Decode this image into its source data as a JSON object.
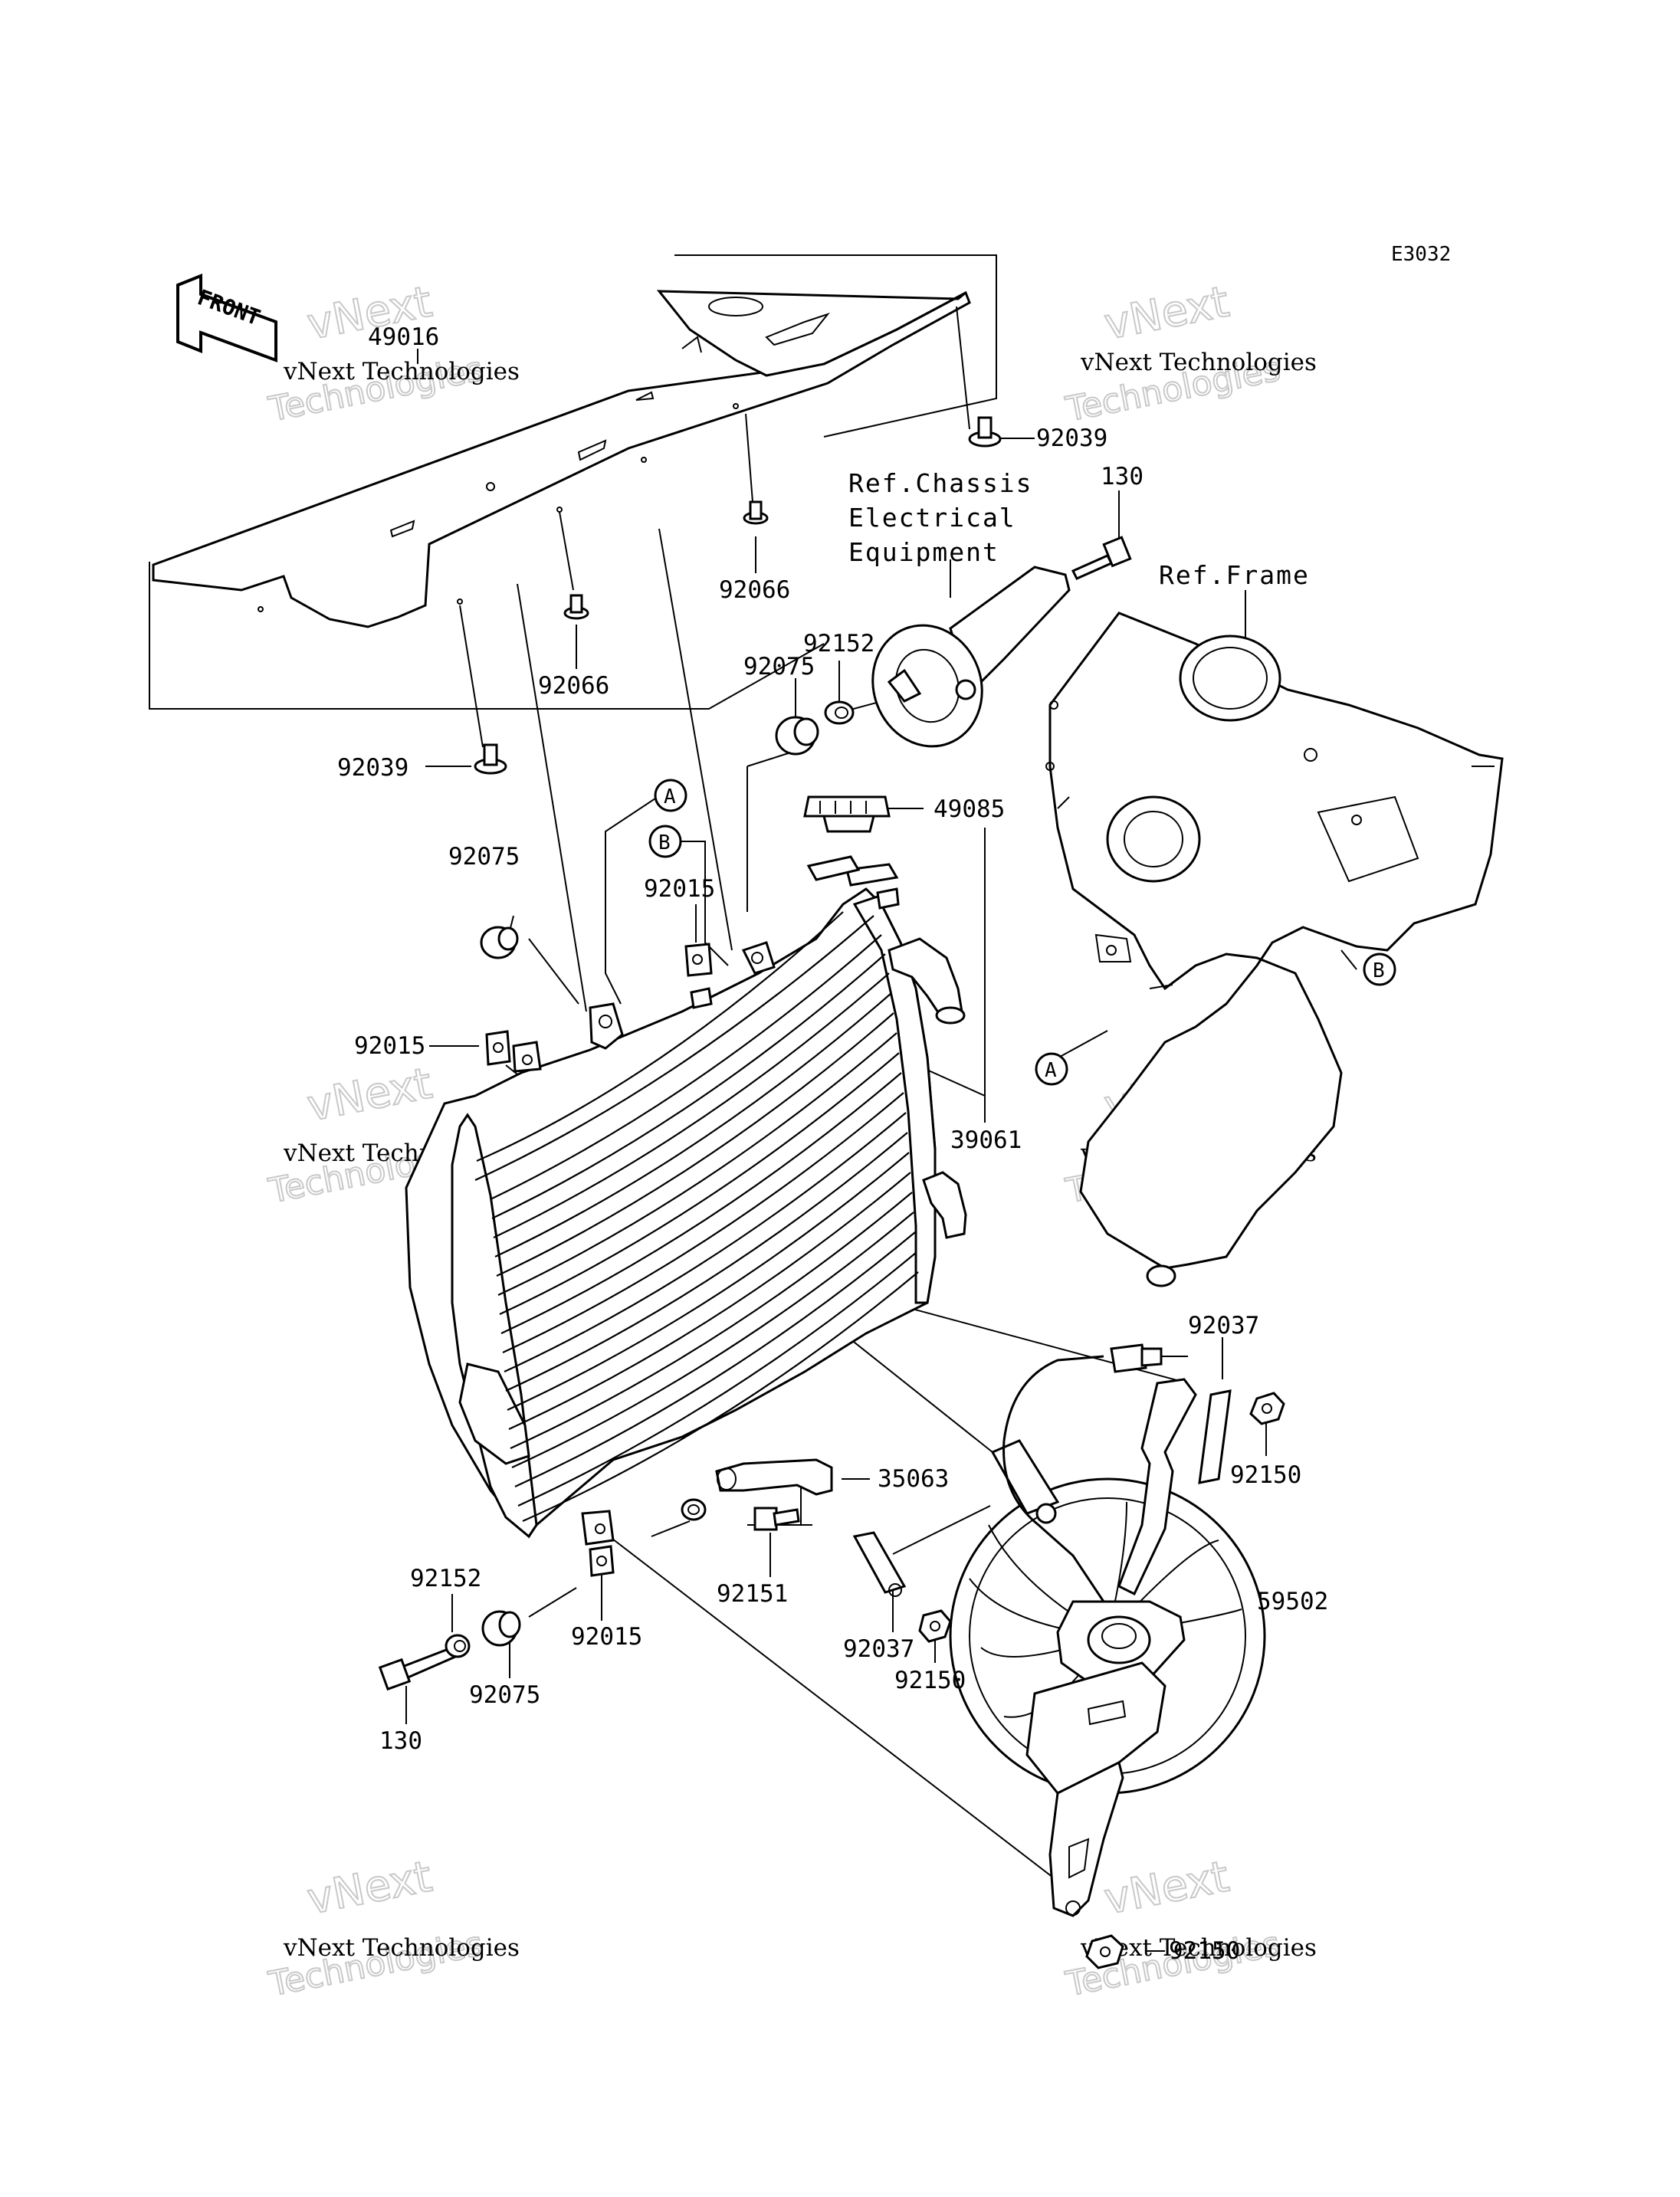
{
  "diagram_code": "E3032",
  "front_label": "FRONT",
  "watermark": {
    "line1": "vNext Technologies",
    "line2": "vNext",
    "line3": "Technologies"
  },
  "references": {
    "chassis_line1": "Ref.Chassis",
    "chassis_line2": "Electrical",
    "chassis_line3": "Equipment",
    "frame": "Ref.Frame"
  },
  "callouts": {
    "a": "A",
    "b": "B"
  },
  "parts": {
    "p49016": "49016",
    "p92039_top": "92039",
    "p130_top": "130",
    "p92066_a": "92066",
    "p92066_b": "92066",
    "p92152_top": "92152",
    "p92075_top": "92075",
    "p92039_bottom": "92039",
    "p49085": "49085",
    "p92075_mid": "92075",
    "p92015_top": "92015",
    "p92015_left": "92015",
    "p39061": "39061",
    "p92037_right": "92037",
    "p92150_right": "92150",
    "p35063": "35063",
    "p59502": "59502",
    "p92152_bottom": "92152",
    "p92151": "92151",
    "p92075_bottom": "92075",
    "p92015_bottom": "92015",
    "p92037_left": "92037",
    "p130_bottom": "130",
    "p92150_mid": "92150",
    "p92150_bottom": "92150"
  }
}
